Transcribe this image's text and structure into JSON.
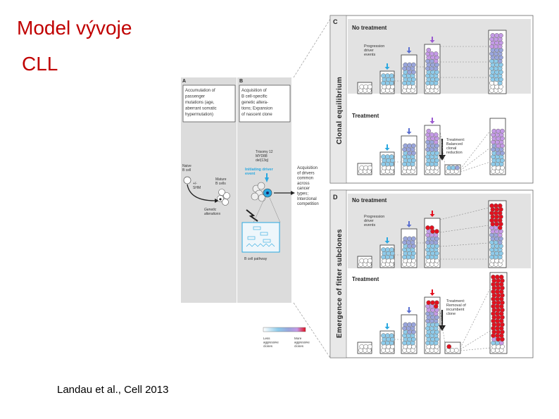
{
  "slide": {
    "title_line1": "Model vývoje",
    "title_line2": "CLL",
    "citation": "Landau et al., Cell 2013"
  },
  "figure": {
    "panel_a": {
      "letter": "A",
      "caption": [
        "Accumulation of",
        "passenger",
        "mutations (age,",
        "aberrant somatic",
        "hypermutation)"
      ],
      "naive_label": [
        "Naive",
        "B cell"
      ],
      "shm_label": [
        "+/-",
        "SHM"
      ],
      "mature_label": [
        "Mature",
        "B cells"
      ],
      "genetic_label": [
        "Genetic",
        "alterations"
      ]
    },
    "panel_b": {
      "letter": "B",
      "caption": [
        "Acquisition of",
        "B cell-specific",
        "genetic altera-",
        "tions; Expansion",
        "of nascent clone"
      ],
      "drivers": [
        "Trisomy 12",
        "MYD88",
        "del(13q)"
      ],
      "initiating": [
        "Initiating driver",
        "event"
      ],
      "pathway_label": "B cell pathway"
    },
    "acquisition_text": [
      "Acquisition",
      "of drivers",
      "common",
      "across",
      "cancer",
      "types;",
      "Interclonal",
      "competition"
    ],
    "panel_c": {
      "letter": "C",
      "side_label": "Clonal equilibrium",
      "no_treatment": "No treatment",
      "progression": [
        "Progression",
        "driver",
        "events"
      ],
      "treatment": "Treatment",
      "treatment_note": [
        "Treatment:",
        "Balanced",
        "clonal",
        "reduction"
      ]
    },
    "panel_d": {
      "letter": "D",
      "side_label": "Emergence of fitter subclones",
      "no_treatment": "No treatment",
      "progression": [
        "Progression",
        "driver",
        "events"
      ],
      "treatment": "Treatment",
      "treatment_note": [
        "Treatment:",
        "Removal of",
        "incumbent",
        "clone"
      ]
    },
    "legend": {
      "less": [
        "Less",
        "aggressive",
        "clones"
      ],
      "more": [
        "More",
        "aggressive",
        "clones"
      ]
    }
  },
  "colors": {
    "title_red": "#c00000",
    "panel_gray": "#dcdcdc",
    "cell_light_blue": "#8ecbea",
    "cell_blue": "#9aa6dc",
    "cell_purple": "#c49ae6",
    "cell_red": "#e3101e",
    "arrow_cyan": "#2aa8e0",
    "arrow_blue": "#5a6fd0",
    "arrow_purple": "#9b59d0",
    "arrow_red": "#e3101e"
  }
}
